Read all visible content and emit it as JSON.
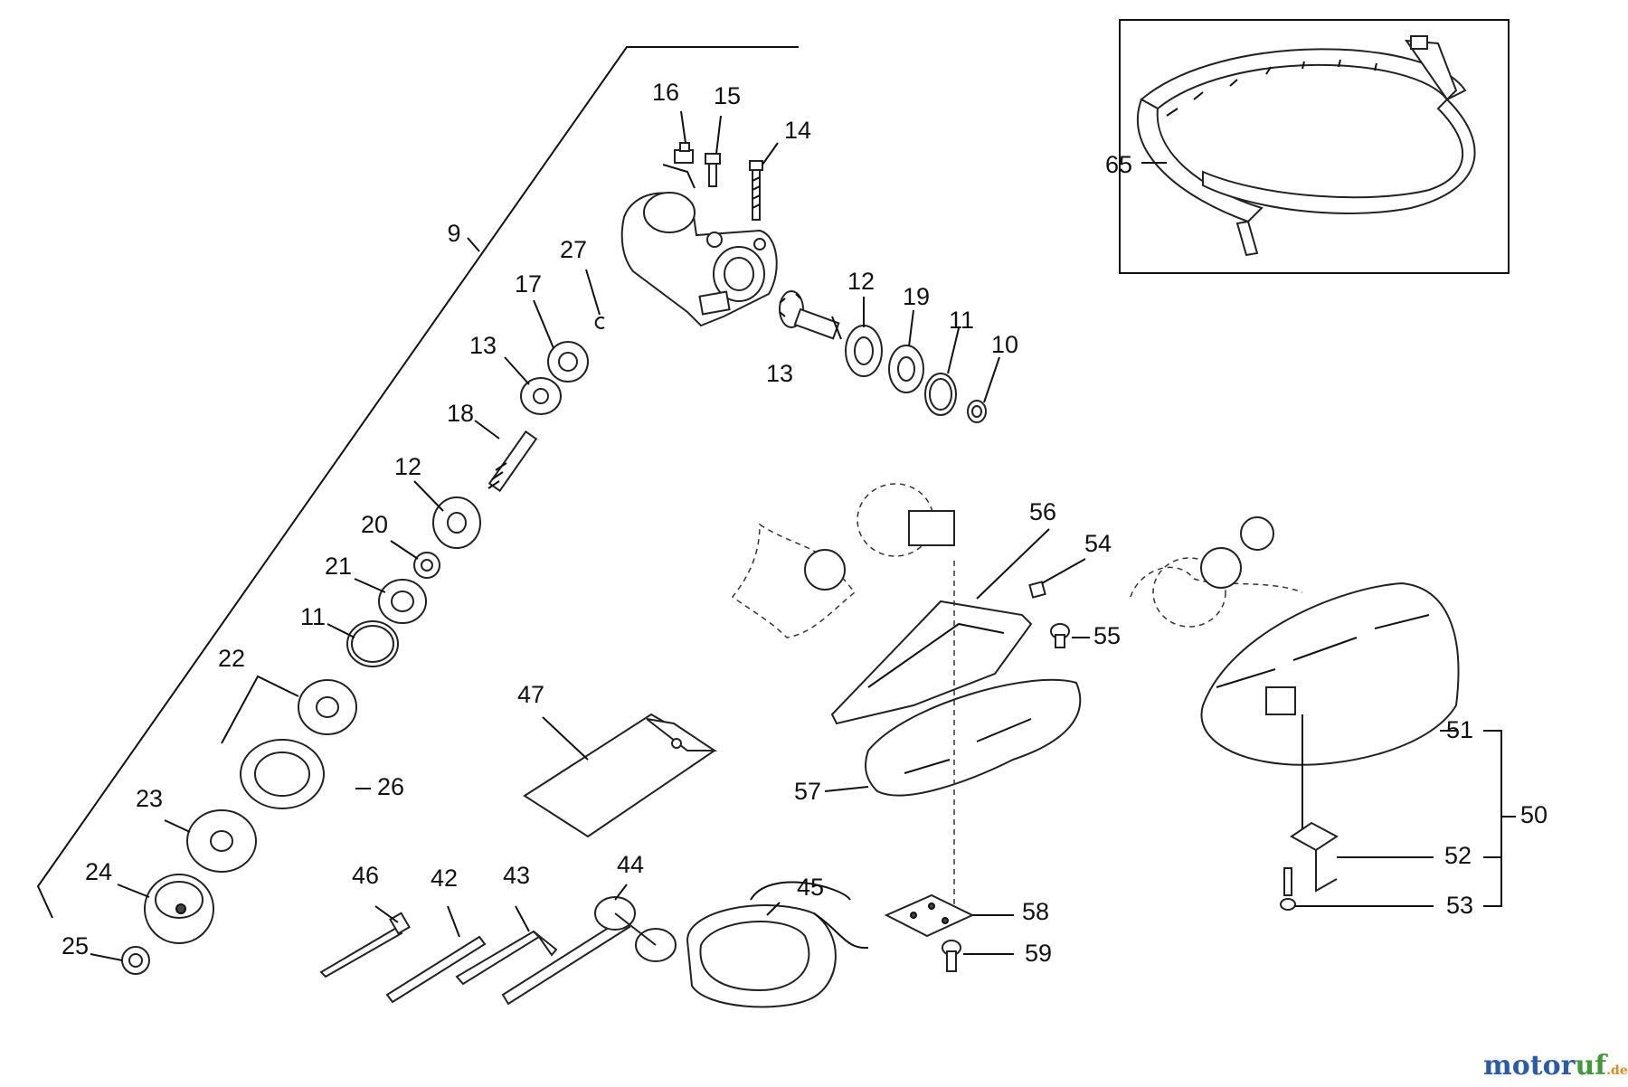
{
  "callouts": {
    "c9": "9",
    "c16": "16",
    "c15": "15",
    "c14": "14",
    "c27": "27",
    "c17": "17",
    "c13a": "13",
    "c13b": "13",
    "c12a": "12",
    "c12b": "12",
    "c19": "19",
    "c11a": "11",
    "c11b": "11",
    "c10": "10",
    "c18": "18",
    "c20": "20",
    "c21": "21",
    "c22": "22",
    "c26": "26",
    "c23": "23",
    "c24": "24",
    "c25": "25",
    "c47": "47",
    "c46": "46",
    "c42": "42",
    "c43": "43",
    "c44": "44",
    "c45": "45",
    "c56": "56",
    "c54": "54",
    "c55": "55",
    "c57": "57",
    "c58": "58",
    "c59": "59",
    "c51": "51",
    "c50": "50",
    "c52": "52",
    "c53": "53",
    "c65": "65"
  },
  "watermark": {
    "brand_a": "motor",
    "brand_b": "uf",
    "suffix": ".de"
  },
  "colors": {
    "line": "#111111",
    "watermark_blue": "#2a5caa",
    "watermark_green": "#3f9a3a",
    "watermark_orange": "#e08a1e"
  }
}
